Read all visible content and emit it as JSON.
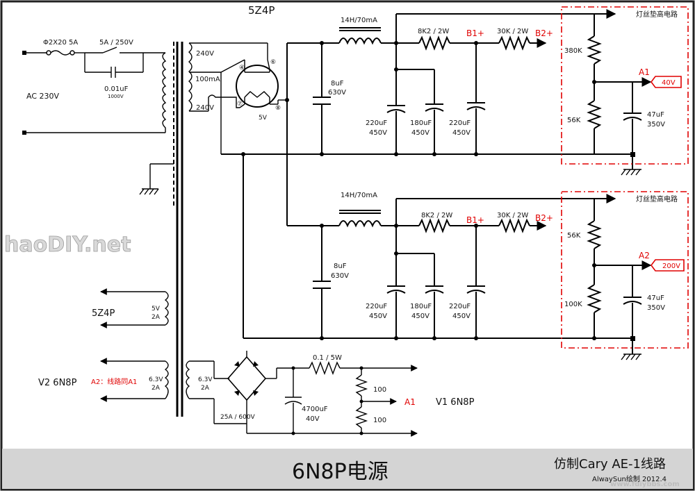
{
  "tube": {
    "name": "5Z4P",
    "heater_label": "5V",
    "pins": [
      "④",
      "⑥",
      "⑦",
      "⑧"
    ]
  },
  "input": {
    "fuse": "Φ2X20  5A",
    "switch": "5A / 250V",
    "cap": "0.01uF",
    "cap_voltage": "1000V",
    "mains": "AC  230V"
  },
  "transformer": {
    "hv_top": "240V",
    "hv_current": "100mA",
    "hv_bottom": "240V"
  },
  "section_top": {
    "choke": "14H/70mA",
    "cap_first": {
      "value": "8uF",
      "voltage": "630V"
    },
    "cap_a": {
      "value": "220uF",
      "voltage": "450V"
    },
    "cap_b": {
      "value": "180uF",
      "voltage": "450V"
    },
    "cap_c": {
      "value": "220uF",
      "voltage": "450V"
    },
    "res1": "8K2 / 2W",
    "node1": "B1+",
    "res2": "30K / 2W",
    "node2": "B2+",
    "heater_bias": "灯丝垫高电路",
    "r_upper": "380K",
    "r_lower": "56K",
    "tap": "A1",
    "tap_voltage": "40V",
    "bias_cap": {
      "value": "47uF",
      "voltage": "350V"
    }
  },
  "section_bottom": {
    "choke": "14H/70mA",
    "cap_first": {
      "value": "8uF",
      "voltage": "630V"
    },
    "cap_a": {
      "value": "220uF",
      "voltage": "450V"
    },
    "cap_b": {
      "value": "180uF",
      "voltage": "450V"
    },
    "cap_c": {
      "value": "220uF",
      "voltage": "450V"
    },
    "res1": "8K2 / 2W",
    "node1": "B1+",
    "res2": "30K / 2W",
    "node2": "B2+",
    "heater_bias": "灯丝垫高电路",
    "r_upper": "56K",
    "r_lower": "100K",
    "tap": "A2",
    "tap_voltage": "200V",
    "bias_cap": {
      "value": "47uF",
      "voltage": "350V"
    }
  },
  "heaters": {
    "w1_label": "5Z4P",
    "w1_v": "5V",
    "w1_a": "2A",
    "w2_label": "V2 6N8P",
    "w2_note": "A2：线路同A1",
    "w2_v": "6.3V",
    "w2_a": "2A",
    "w3_v": "6.3V",
    "w3_a": "2A",
    "bridge": "25A / 600V",
    "filter_cap": {
      "value": "4700uF",
      "voltage": "40V"
    },
    "series_res": "0.1 / 5W",
    "pot_top": "100",
    "pot_bottom": "100",
    "tap": "A1",
    "load": "V1 6N8P"
  },
  "footer": {
    "title": "6N8P电源",
    "subtitle": "仿制Cary AE-1线路",
    "credit": "AlwaySun绘制 2012.4"
  },
  "watermarks": {
    "left": "haoDIY.net",
    "right": "www.fdiybbs.com"
  },
  "colors": {
    "accent": "#e00000",
    "footer_bg": "#d4d4d4",
    "frame": "#222222"
  }
}
